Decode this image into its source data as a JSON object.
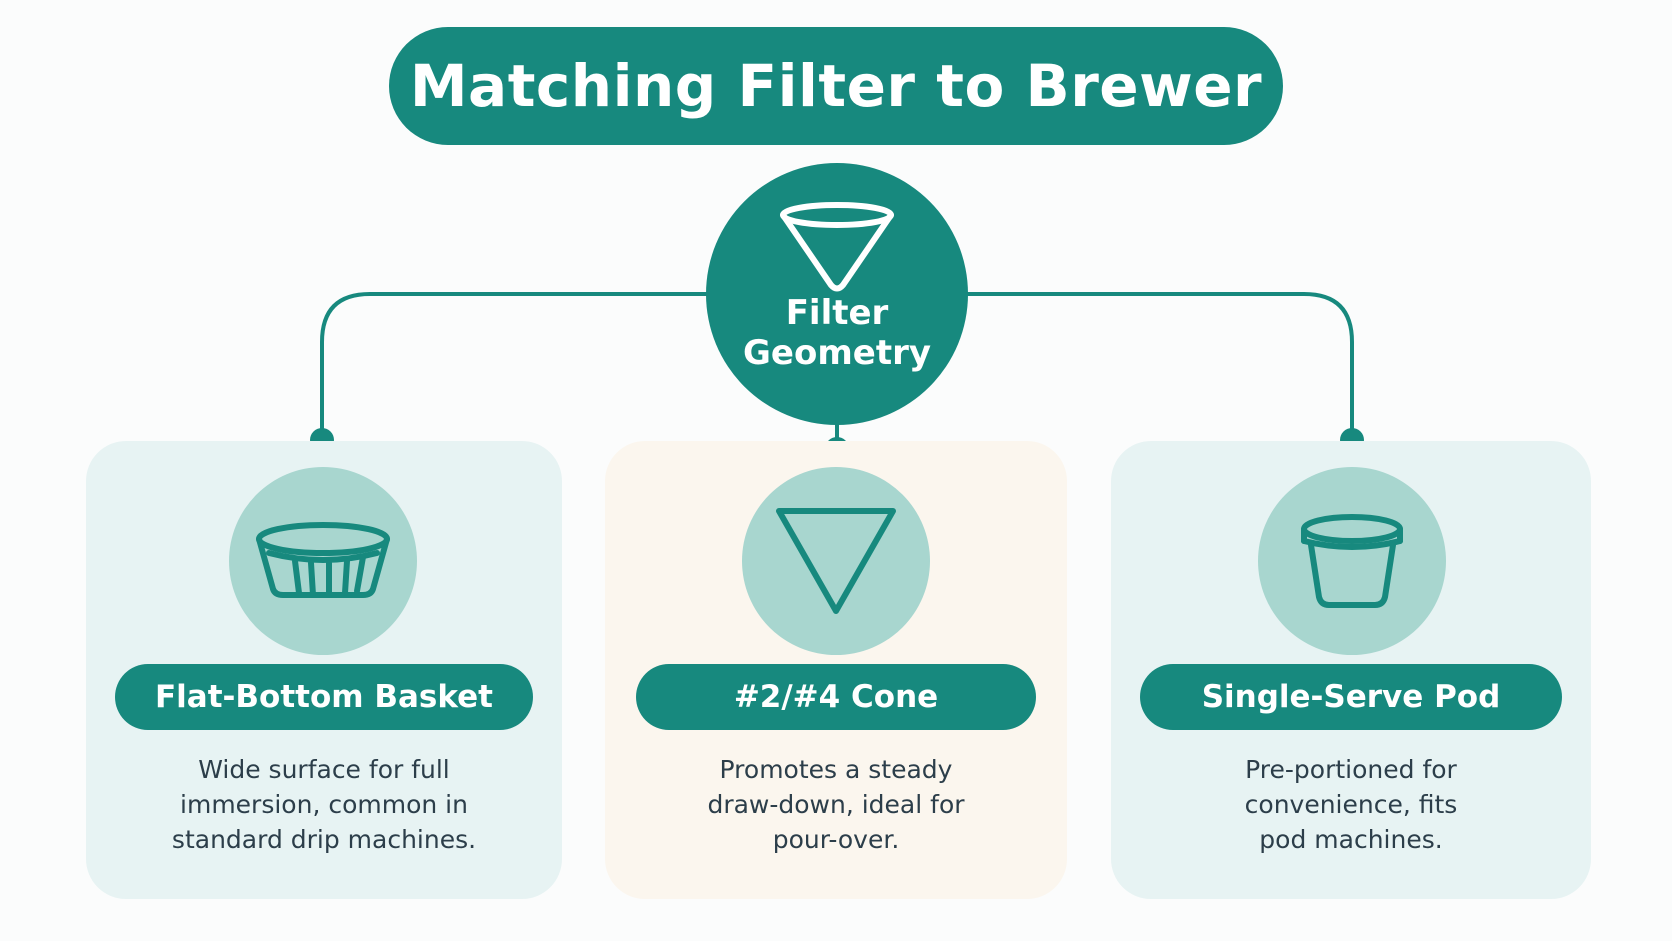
{
  "header": {
    "title": "Matching Filter to Brewer"
  },
  "hub": {
    "line1": "Filter",
    "line2": "Geometry",
    "icon": "cone-filter-icon"
  },
  "cards": [
    {
      "title": "Flat-Bottom Basket",
      "description": "Wide surface for full\nimmersion, common in\nstandard drip machines.",
      "icon": "basket-filter-icon"
    },
    {
      "title": "#2/#4 Cone",
      "description": "Promotes a steady\ndraw-down, ideal for\npour-over.",
      "icon": "cone-filter-icon"
    },
    {
      "title": "Single-Serve Pod",
      "description": "Pre-portioned for\nconvenience, fits\npod machines.",
      "icon": "pod-cup-icon"
    }
  ],
  "colors": {
    "primary": "#17897e",
    "icon_circle": "#a8d6cf",
    "card_teal": "#e7f3f3",
    "card_cream": "#fbf6ee",
    "text": "#2c3e4a"
  }
}
